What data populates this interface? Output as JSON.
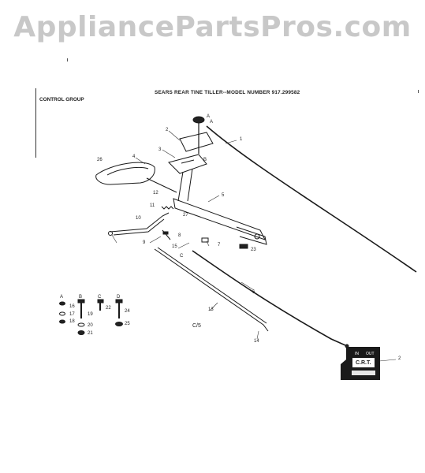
{
  "watermark": "AppliancePartsPros.com",
  "title": "SEARS REAR TINE TILLER--MODEL NUMBER 917.299582",
  "group_label": "CONTROL GROUP",
  "figure_ref": "C/5",
  "part_numbers": {
    "p1": "1",
    "p2": "2",
    "p3": "3",
    "p4": "4",
    "p5": "5",
    "p6": "6",
    "p7": "7",
    "p8": "8",
    "p9": "9",
    "p10": "10",
    "p11": "11",
    "p12": "12",
    "p13": "13",
    "p14": "14",
    "p15": "15",
    "p16": "16",
    "p17": "17",
    "p18": "18",
    "p19": "19",
    "p20": "20",
    "p21": "21",
    "p22": "22",
    "p23": "23",
    "p24": "24",
    "p25": "25",
    "p26": "26",
    "p27": "27"
  },
  "letters": {
    "a": "A",
    "b": "B",
    "c": "C",
    "d": "D"
  },
  "decal": {
    "line1": "C.R.T.",
    "top_left": "IN",
    "top_right": "OUT"
  }
}
